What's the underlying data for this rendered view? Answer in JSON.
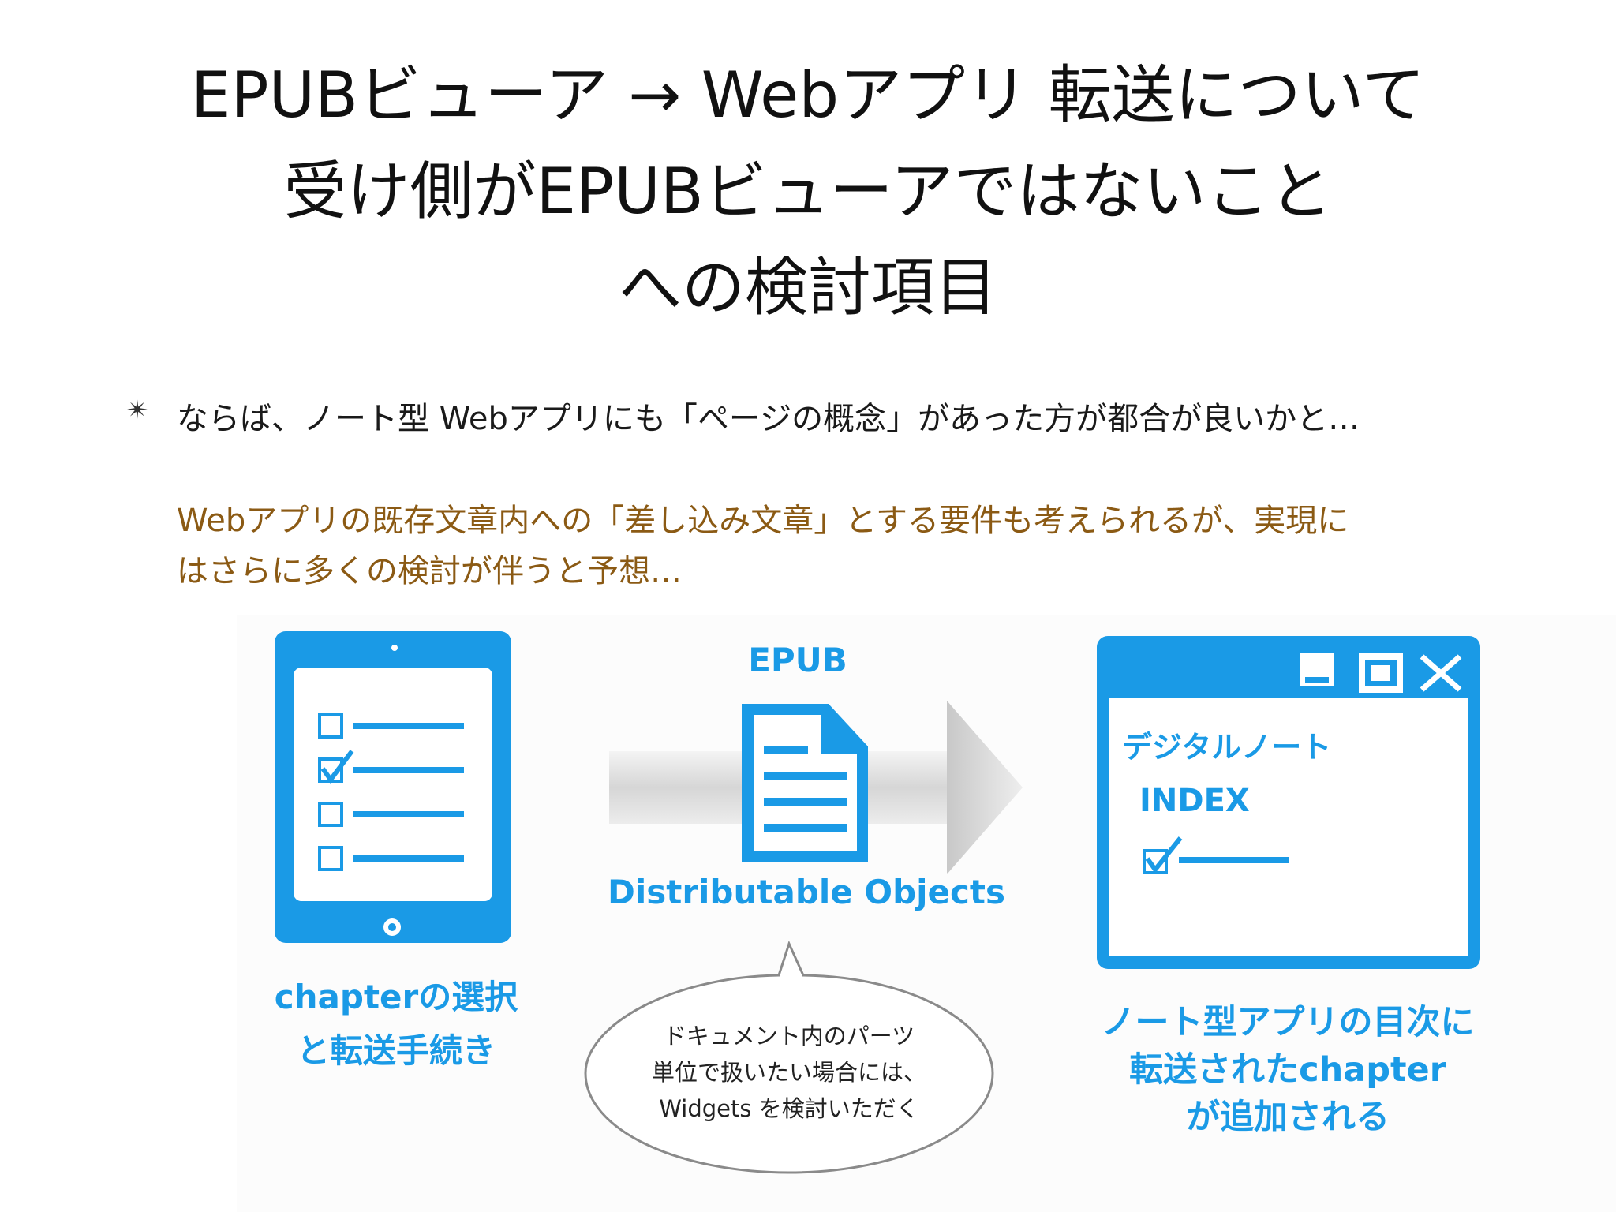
{
  "title": {
    "line1": "EPUBビューア → Webアプリ 転送について",
    "line2": "受け側がEPUBビューアではないこと",
    "line3": "への検討項目"
  },
  "bullet": {
    "mark": "✴",
    "text": "ならば、ノート型 Webアプリにも「ページの概念」があった方が都合が良いかと…"
  },
  "note": {
    "line1": "Webアプリの既存文章内への「差し込み文章」とする要件も考えられるが、実現に",
    "line2": "はさらに多くの検討が伴うと予想…"
  },
  "diagram": {
    "epub_label": "EPUB",
    "objects_label": "Distributable Objects",
    "tablet_caption": {
      "line1": "chapterの選択",
      "line2": "と転送手続き"
    },
    "window": {
      "title": "デジタルノート",
      "index": "INDEX"
    },
    "window_caption": {
      "line1": "ノート型アプリの目次に",
      "line2": "転送されたchapter",
      "line3": "が追加される"
    },
    "bubble": {
      "line1": "ドキュメント内のパーツ",
      "line2": "単位で扱いたい場合には、",
      "line3": "Widgets を検討いただく"
    }
  },
  "colors": {
    "accent_blue": "#1a9ae6",
    "note_brown": "#8b5a14",
    "arrow_gray": "#d9d9d9"
  }
}
